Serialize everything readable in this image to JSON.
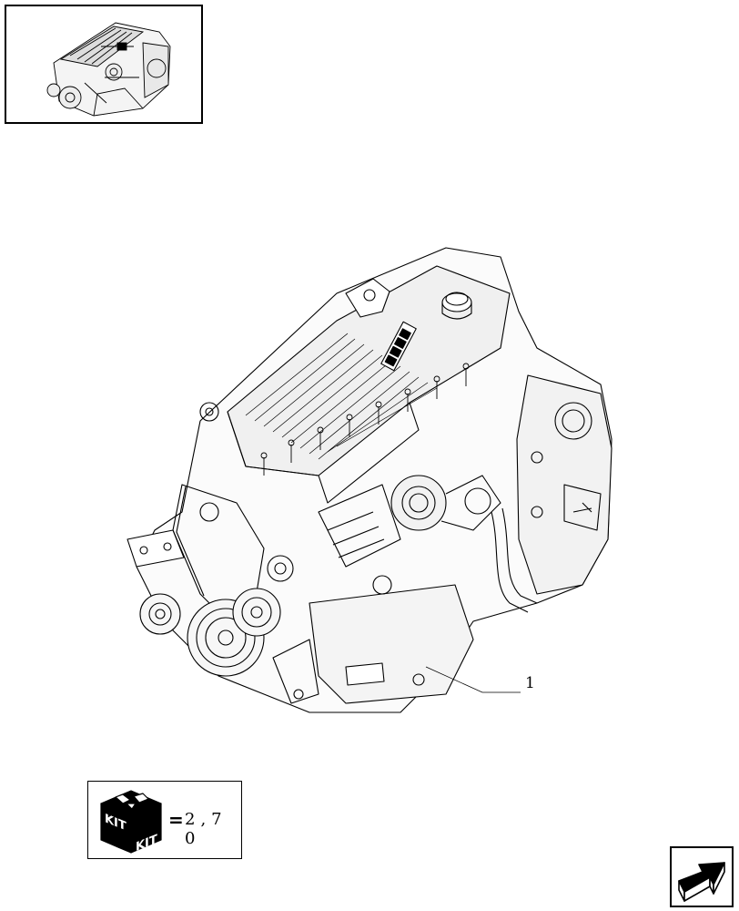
{
  "callout": {
    "label": "1"
  },
  "kit": {
    "badge_left": "KIT",
    "badge_right": "KIT",
    "equals": "=",
    "quantity": "2,7 0"
  },
  "icons": {
    "thumbnail": "engine-thumbnail-icon",
    "kit": "kit-box-icon",
    "nav": "next-page-arrow-icon"
  },
  "colors": {
    "line": "#000000",
    "background": "#ffffff"
  }
}
